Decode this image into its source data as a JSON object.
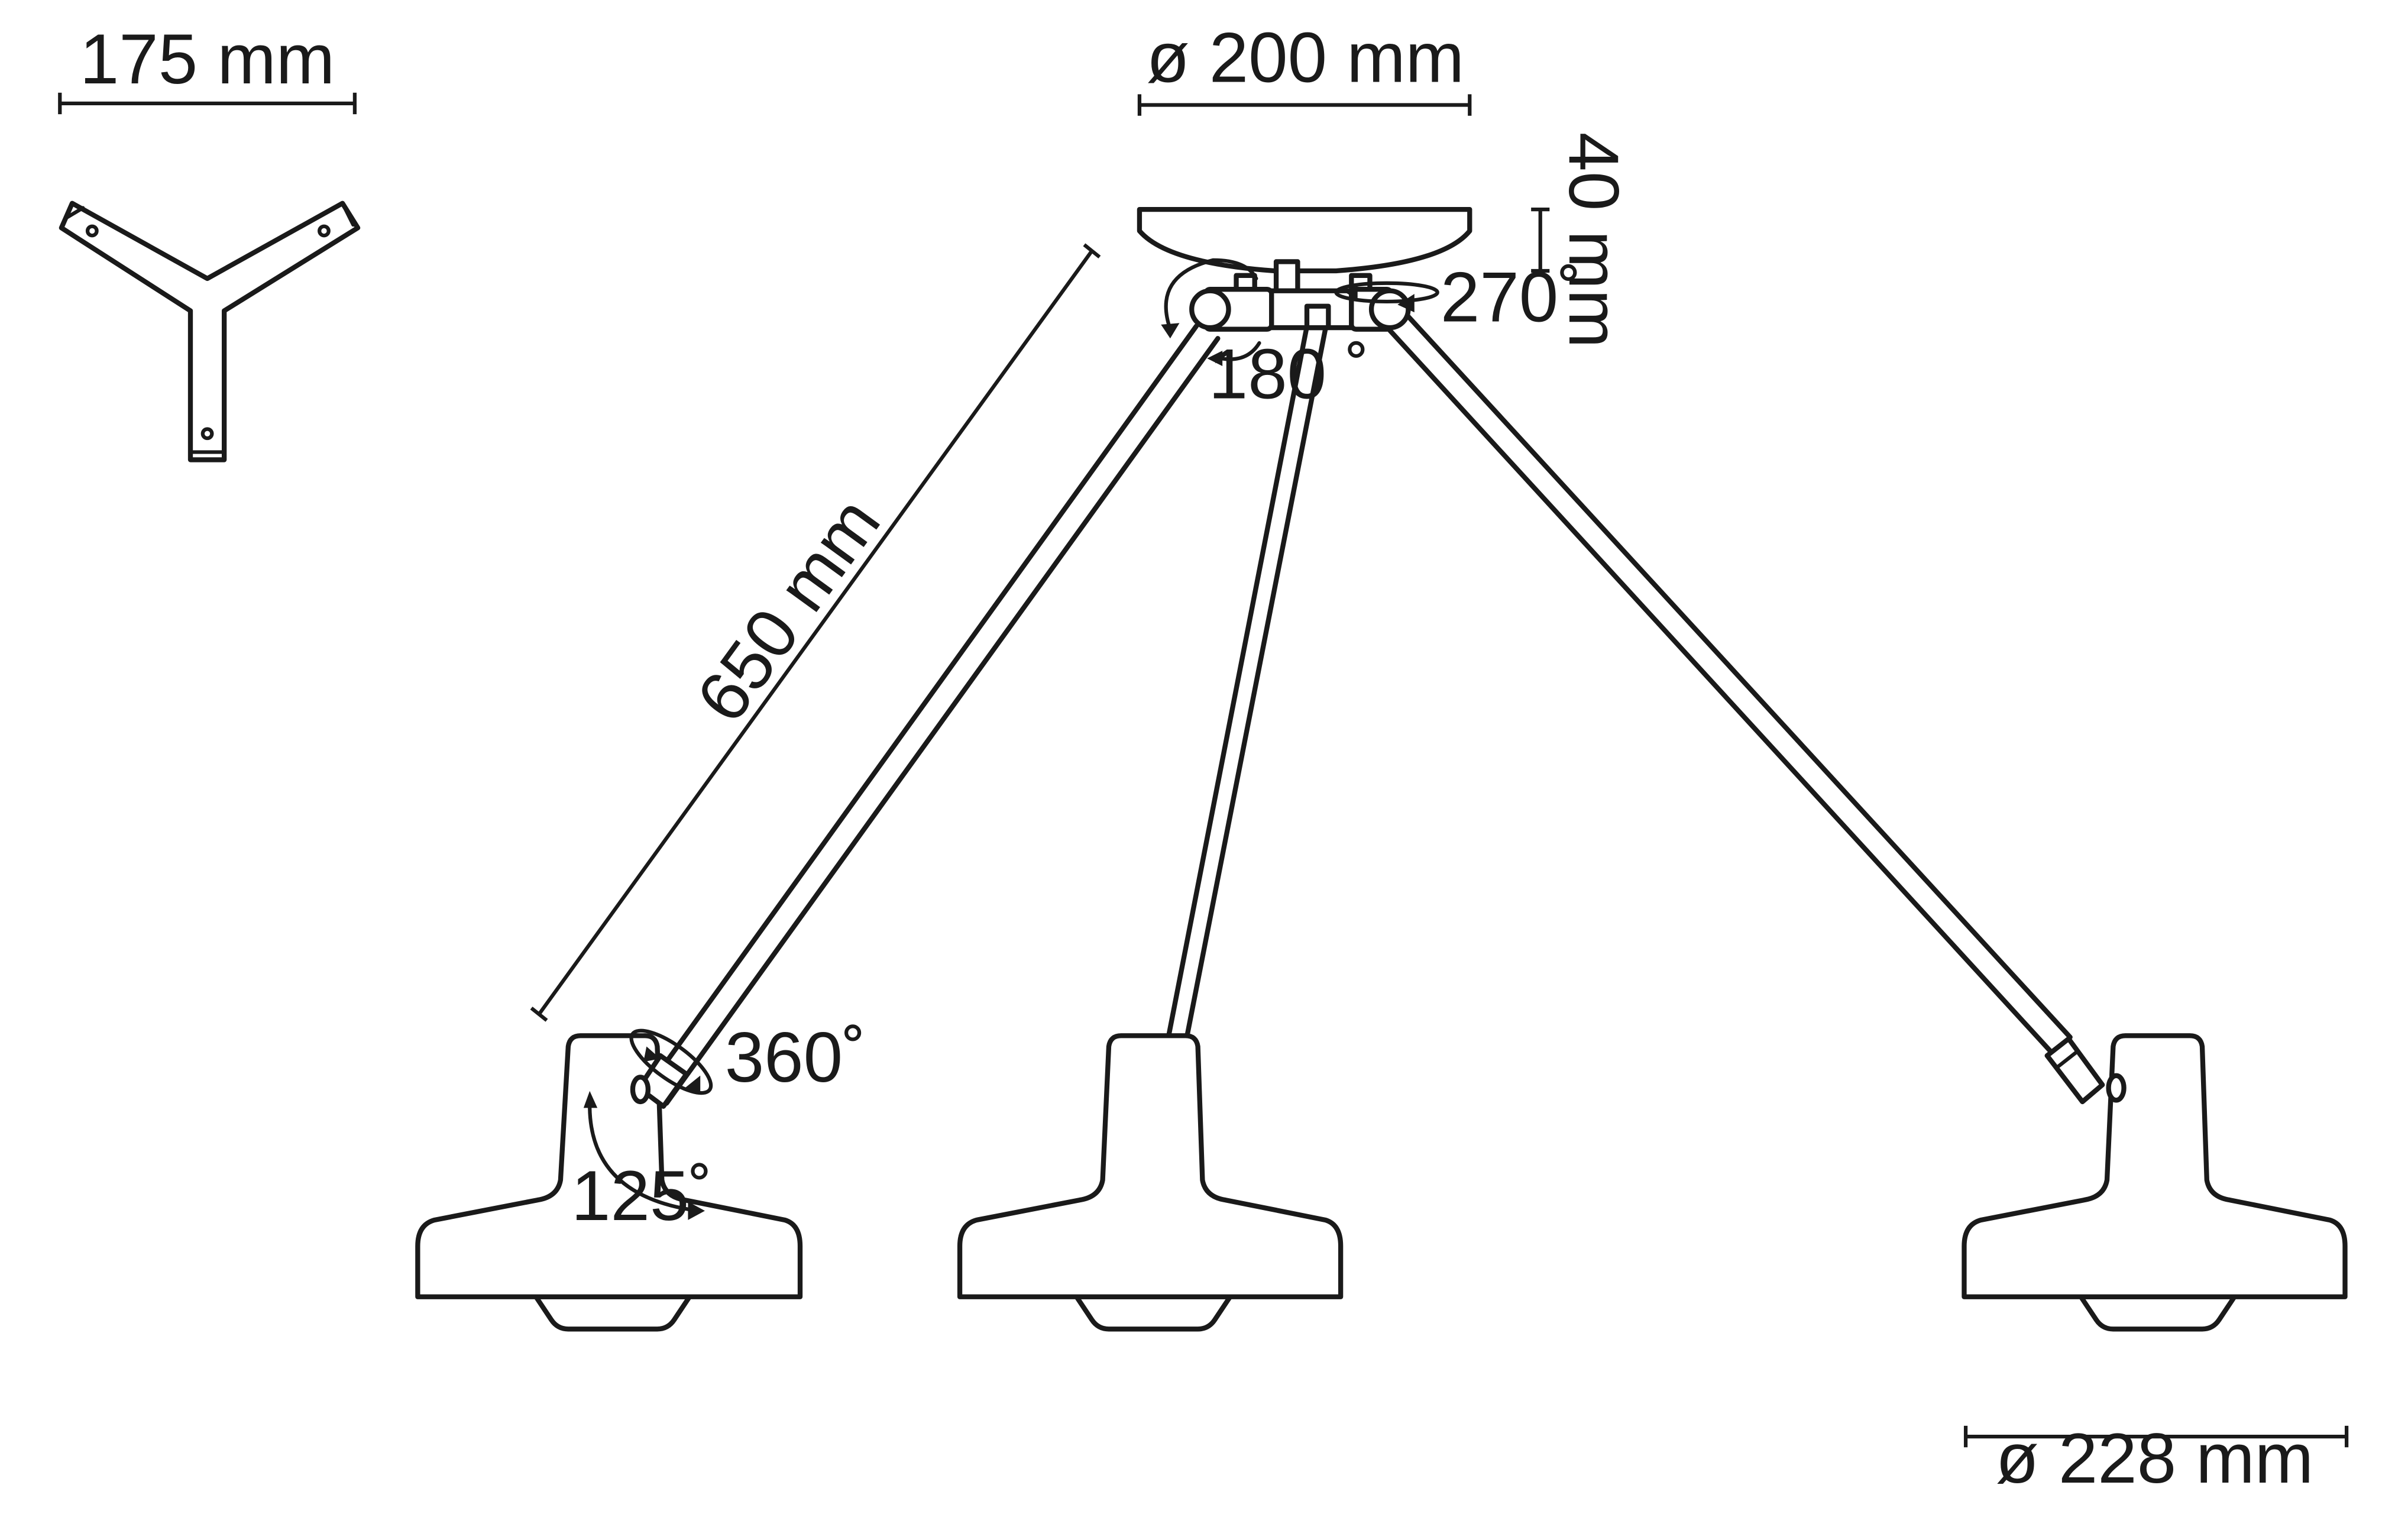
{
  "dimensions": {
    "mount_width": "175 mm",
    "canopy_diameter": "ø 200 mm",
    "canopy_height": "40 mm",
    "arm_length": "650 mm",
    "shade_diameter": "ø 228 mm"
  },
  "rotations": {
    "canopy_left": "180 ˚",
    "canopy_right": "270˚",
    "shade_swivel": "360˚",
    "shade_tilt": "125˚"
  },
  "colors": {
    "stroke": "#1a1a1a",
    "background": "#ffffff"
  }
}
